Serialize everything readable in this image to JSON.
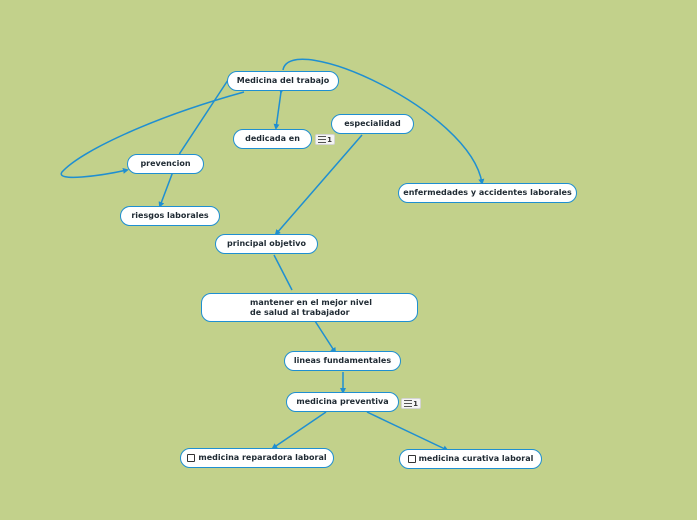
{
  "nodes": {
    "medicina_del_trabajo": "Medicina del trabajo",
    "dedicada_en": "dedicada en",
    "especialidad": "especialidad",
    "prevencion": "prevencion",
    "riesgos_laborales": "riesgos laborales",
    "enfermedades": "enfermedades y accidentes laborales",
    "principal_objetivo": "principal objetivo",
    "mantener": "mantener en el mejor nivel de salud al trabajador",
    "lineas_fundamentales": "lineas fundamentales",
    "medicina_preventiva": "medicina preventiva",
    "medicina_reparadora": "medicina reparadora laboral",
    "medicina_curativa": "medicina curativa laboral"
  },
  "badges": {
    "dedicada_en_count": "1",
    "medicina_preventiva_count": "1"
  },
  "icons": {
    "badge_icon": "list-icon",
    "checkbox_icon": "checkbox-icon"
  },
  "colors": {
    "background": "#c2d18b",
    "link": "#1f8fd1",
    "node_border": "#1f8fd1",
    "node_fill": "#ffffff"
  }
}
